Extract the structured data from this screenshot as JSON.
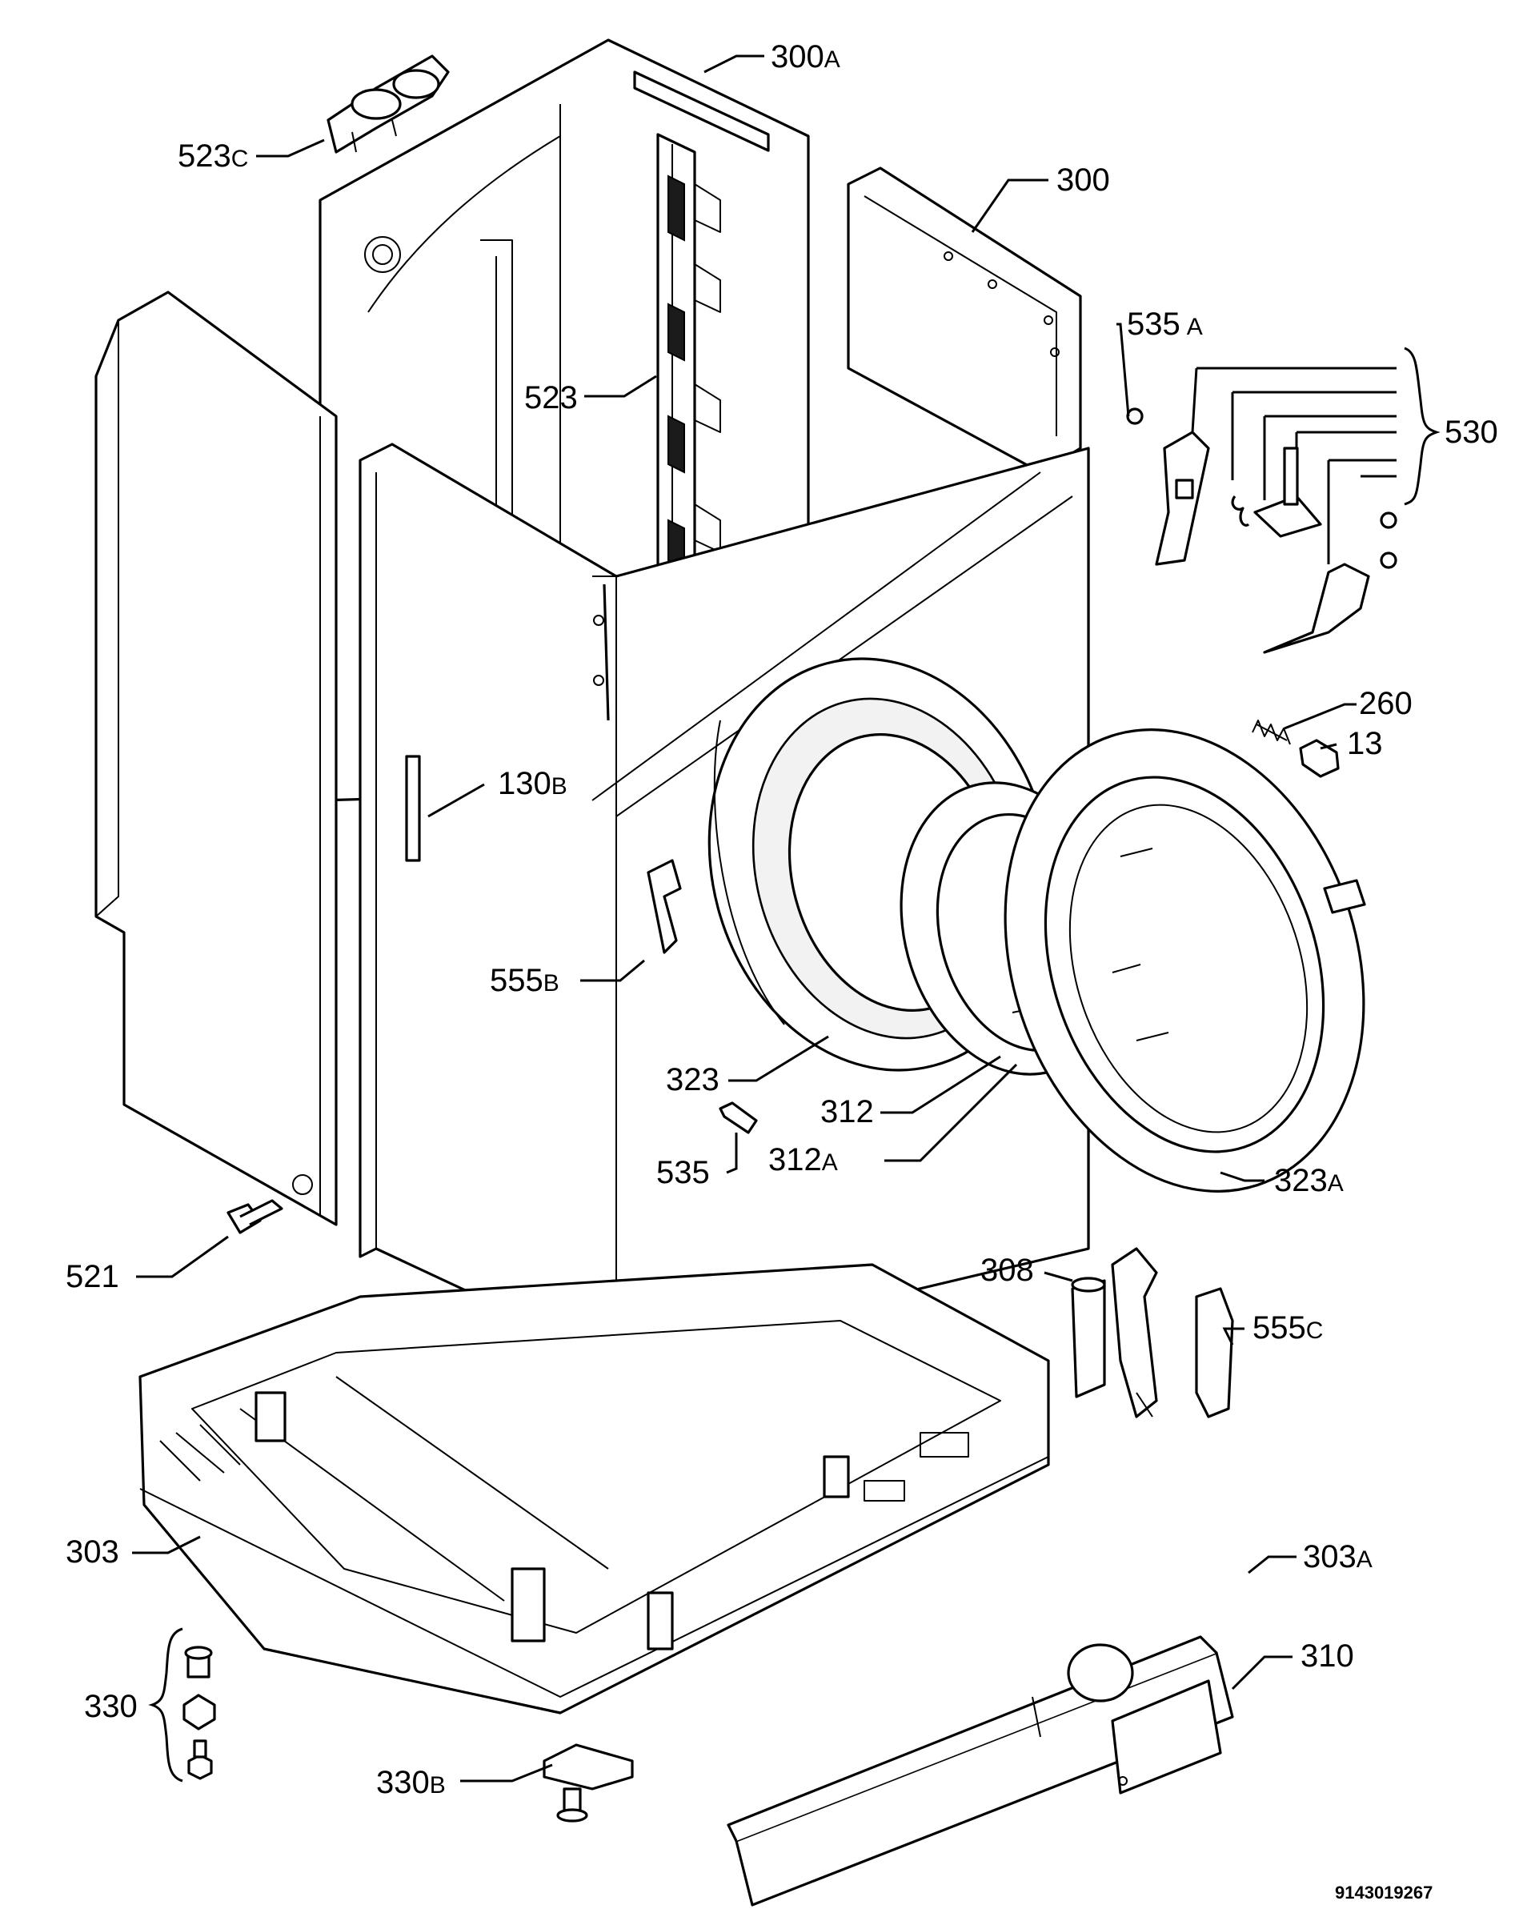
{
  "labels": {
    "l300a": {
      "num": "300",
      "suf": "A"
    },
    "l300": {
      "num": "300",
      "suf": ""
    },
    "l523c": {
      "num": "523",
      "suf": "C"
    },
    "l523": {
      "num": "523",
      "suf": ""
    },
    "l535a": {
      "num": "535",
      "suf": "A"
    },
    "l530": {
      "num": "530",
      "suf": ""
    },
    "l130b": {
      "num": "130",
      "suf": "B"
    },
    "l260": {
      "num": "260",
      "suf": ""
    },
    "l13": {
      "num": "13",
      "suf": ""
    },
    "l555b": {
      "num": "555",
      "suf": "B"
    },
    "l323": {
      "num": "323",
      "suf": ""
    },
    "l312": {
      "num": "312",
      "suf": ""
    },
    "l312a": {
      "num": "312",
      "suf": "A"
    },
    "l535": {
      "num": "535",
      "suf": ""
    },
    "l323a": {
      "num": "323",
      "suf": "A"
    },
    "l521": {
      "num": "521",
      "suf": ""
    },
    "l308": {
      "num": "308",
      "suf": ""
    },
    "l555c": {
      "num": "555",
      "suf": "C"
    },
    "l303": {
      "num": "303",
      "suf": ""
    },
    "l303a": {
      "num": "303",
      "suf": "A"
    },
    "l310": {
      "num": "310",
      "suf": ""
    },
    "l330": {
      "num": "330",
      "suf": ""
    },
    "l330b": {
      "num": "330",
      "suf": "B"
    }
  },
  "drawing_code": "9143019267"
}
